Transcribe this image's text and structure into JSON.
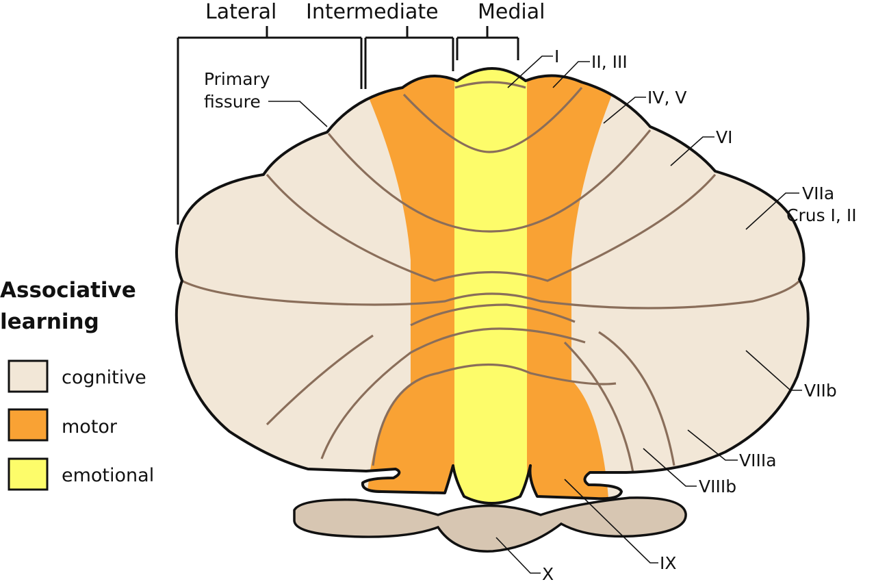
{
  "zones": {
    "lateral": "Lateral",
    "intermediate": "Intermediate",
    "medial": "Medial"
  },
  "fissure_label": {
    "line1": "Primary",
    "line2": "fissure"
  },
  "lobules": {
    "I": "I",
    "II_III": "II, III",
    "IV_V": "IV, V",
    "VI": "VI",
    "VIIa": "VIIa",
    "crus": "Crus I, II",
    "VIIb": "VIIb",
    "VIIIa": "VIIIa",
    "VIIIb": "VIIIb",
    "IX": "IX",
    "X": "X"
  },
  "legend": {
    "title_line1": "Associative",
    "title_line2": "learning",
    "items": [
      {
        "label": "cognitive",
        "color": "#f2e7d7"
      },
      {
        "label": "motor",
        "color": "#f9a234"
      },
      {
        "label": "emotional",
        "color": "#fdfc6a"
      }
    ]
  },
  "colors": {
    "cognitive": "#f2e7d7",
    "motor": "#f9a234",
    "emotional": "#fdfc6a",
    "flocculonodular": "#d7c6b2",
    "fissure": "#8a6e5a"
  }
}
